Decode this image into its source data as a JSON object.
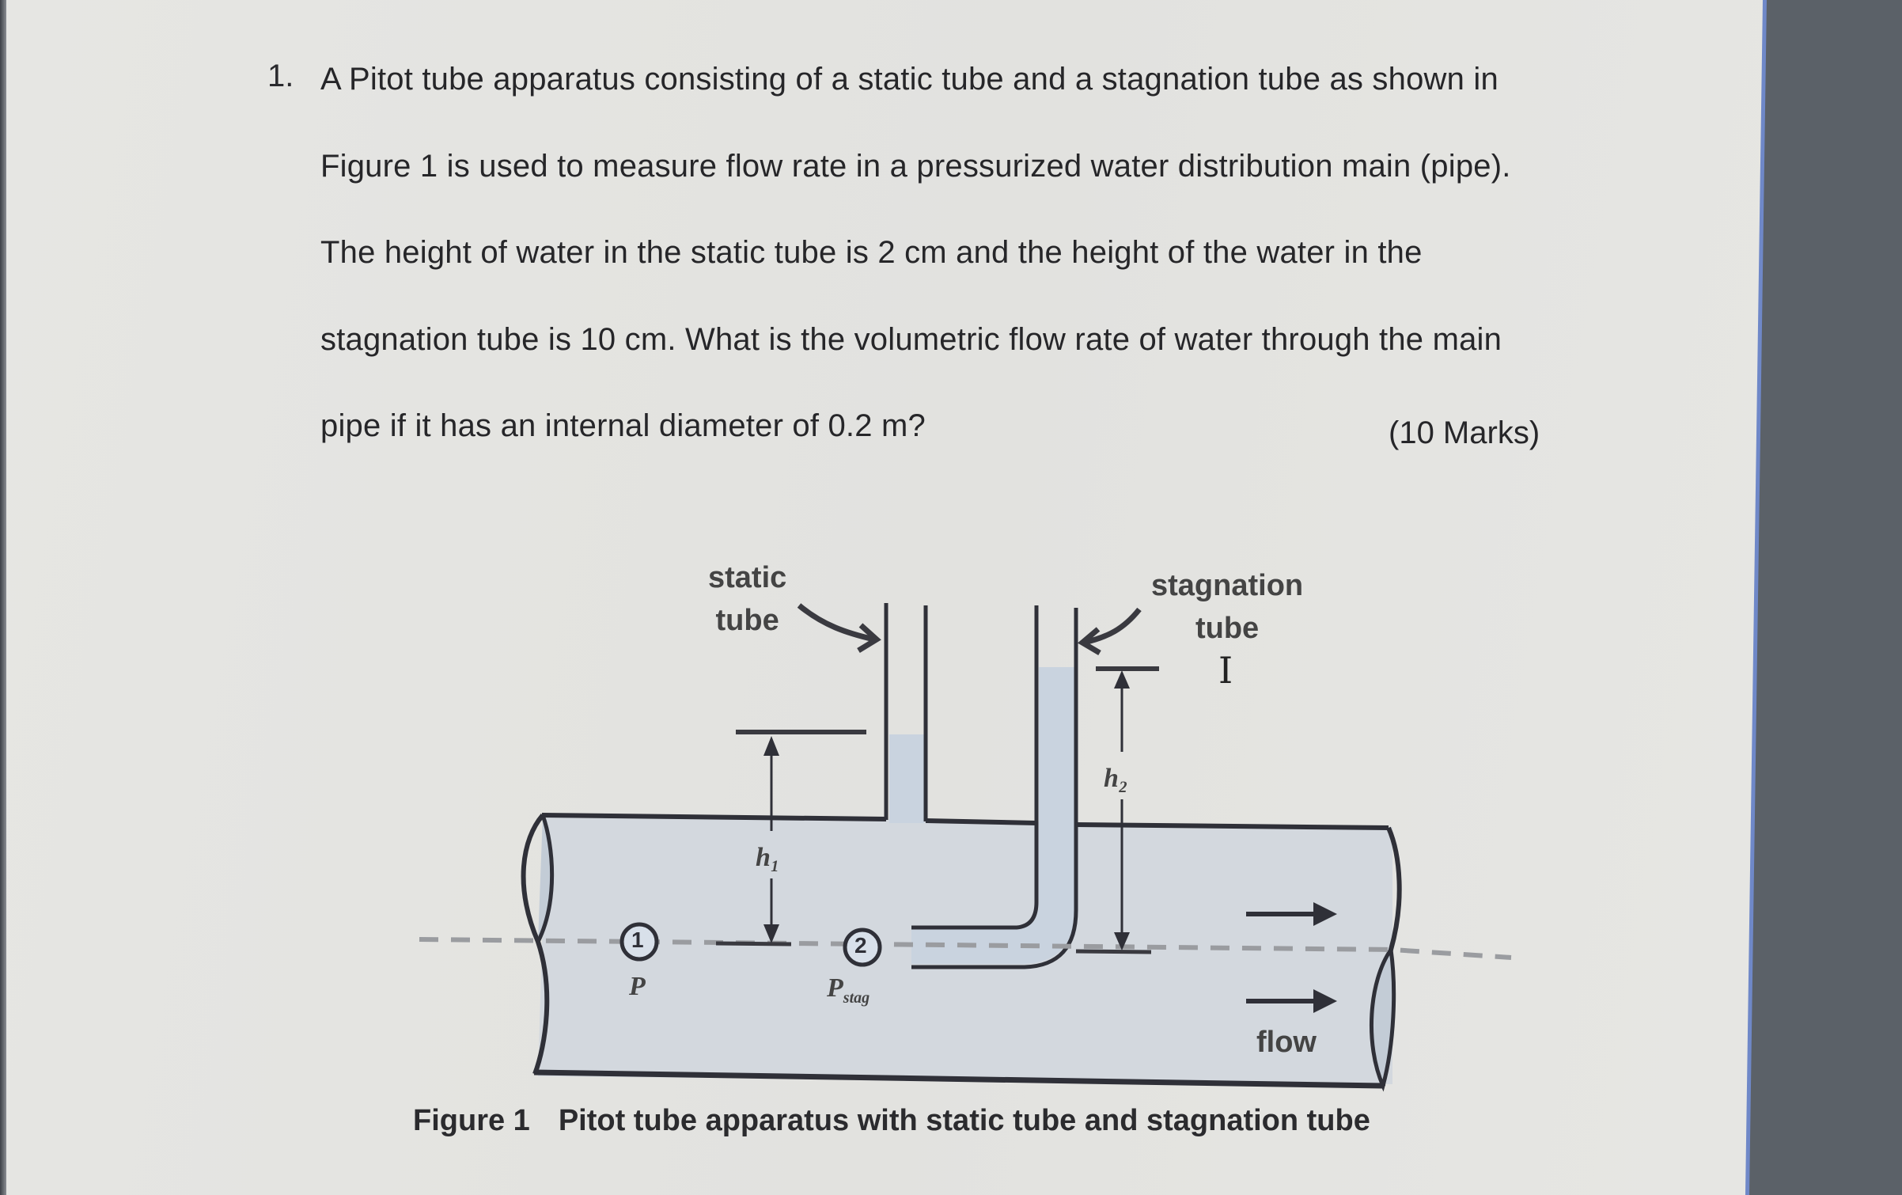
{
  "question": {
    "number": "1.",
    "lines": [
      "A Pitot tube apparatus consisting of a static tube and a stagnation tube as shown in",
      "Figure 1 is used to measure flow rate in a pressurized water distribution main (pipe).",
      "The height of water in the static tube is 2 cm and the height of the water in the",
      "stagnation tube is 10 cm. What is the volumetric flow rate of water through the main",
      "pipe if it has an internal diameter of 0.2 m?"
    ],
    "marks": "(10 Marks)"
  },
  "figure": {
    "labels": {
      "static_tube_line1": "static",
      "static_tube_line2": "tube",
      "stagnation_tube_line1": "stagnation",
      "stagnation_tube_line2": "tube",
      "h1": "h₁",
      "h2": "h₂",
      "point1": "1",
      "point2": "2",
      "p": "P",
      "p_stag": "P",
      "p_stag_sub": "stag",
      "flow": "flow"
    },
    "caption_label": "Figure 1",
    "caption_text": "Pitot tube apparatus with static tube and stagnation tube",
    "colors": {
      "water": "#c9d3df",
      "pipe_fill": "#d3d8de",
      "outline": "#2f3038",
      "centerline": "#9a9ca0"
    }
  },
  "cursor": {
    "glyph": "I"
  }
}
